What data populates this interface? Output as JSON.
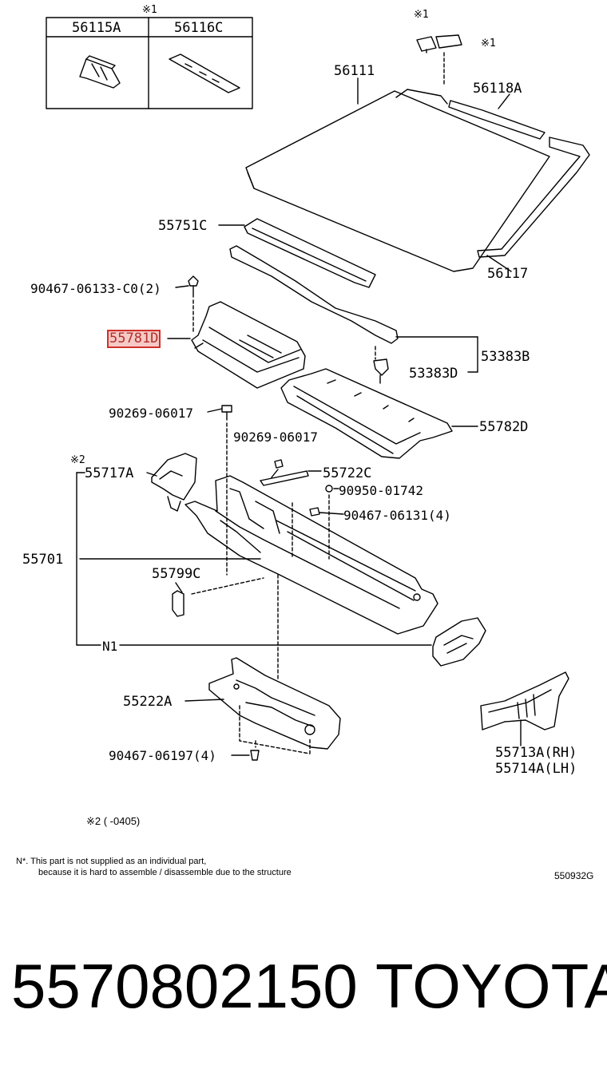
{
  "table": {
    "note_mark": "※1",
    "col1": "56115A",
    "col2": "56116C"
  },
  "labels": {
    "mark1_top": "※1",
    "mark1_right": "※1",
    "p56111": "56111",
    "p56118A": "56118A",
    "p55751C": "55751C",
    "p56117": "56117",
    "p90467_06133": "90467-06133-C0(2)",
    "p55781D": "55781D",
    "p53383B": "53383B",
    "p53383D": "53383D",
    "p90269_06017a": "90269-06017",
    "p55782D": "55782D",
    "p90269_06017b": "90269-06017",
    "mark2": "※2",
    "p55717A": "55717A",
    "p55722C": "55722C",
    "p90950_01742": "90950-01742",
    "p90467_06131": "90467-06131(4)",
    "p55701": "55701",
    "p55799C": "55799C",
    "n1": "N1",
    "p55222A": "55222A",
    "p90467_06197": "90467-06197(4)",
    "p55713A": "55713A(RH)",
    "p55714A": "55714A(LH)"
  },
  "notes": {
    "range_note": "※2 (    -0405)",
    "n1_line1": "N*.  This part is not supplied as an individual part,",
    "n1_line2": "because it is hard to assemble / disassemble due to the structure",
    "diagram_code": "550932G"
  },
  "highlight_color": "#d0302a",
  "footer": {
    "part_number": "5570802150",
    "brand": "TOYOTA"
  }
}
